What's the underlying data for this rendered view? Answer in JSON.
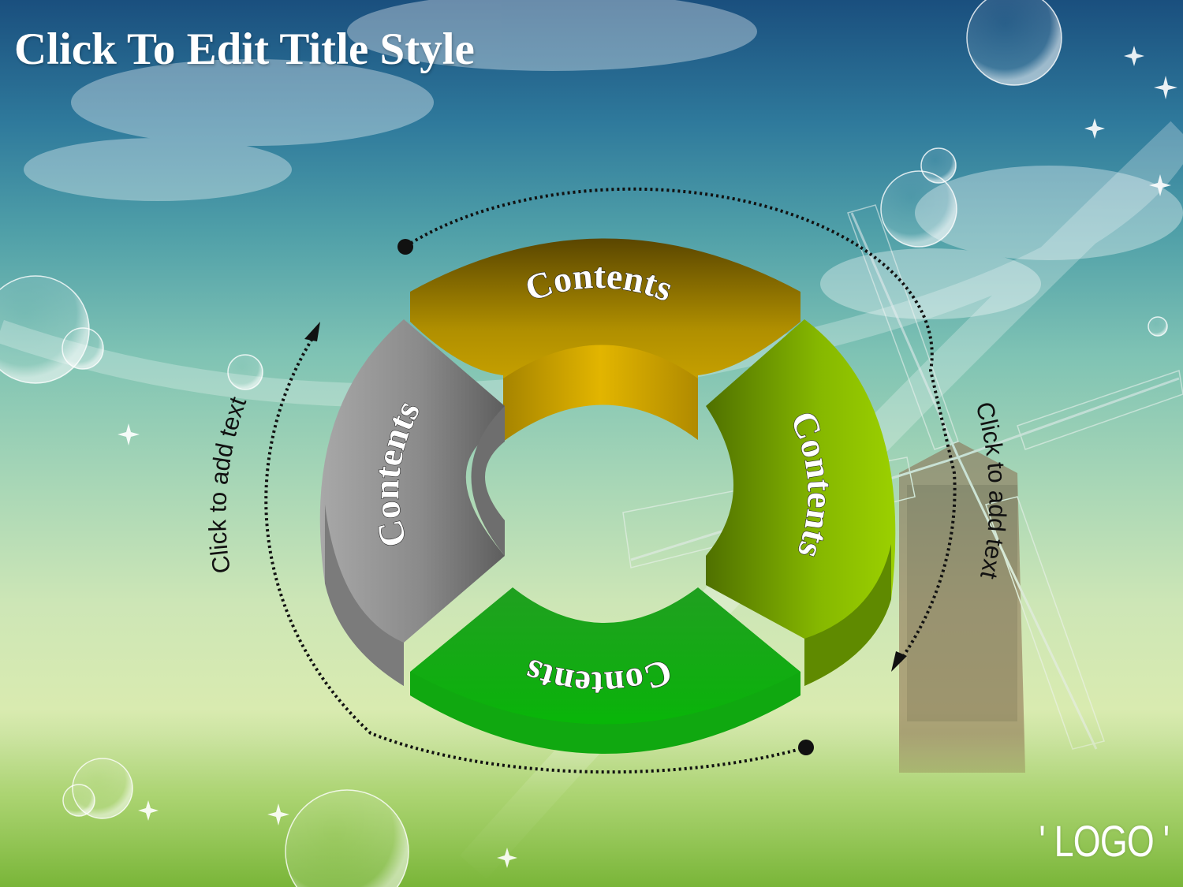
{
  "slide": {
    "title": "Click To Edit Title Style",
    "logo": "' LOGO '"
  },
  "diagram": {
    "segments": [
      {
        "name": "top",
        "label": "Contents",
        "color": "#c9a400"
      },
      {
        "name": "right",
        "label": "Contents",
        "color": "#7fb300"
      },
      {
        "name": "bottom",
        "label": "Contents",
        "color": "#1fb51f"
      },
      {
        "name": "left",
        "label": "Contents",
        "color": "#8c8c8c"
      }
    ],
    "side_labels": {
      "left": "Click to add text",
      "right": "Click to add text"
    }
  }
}
